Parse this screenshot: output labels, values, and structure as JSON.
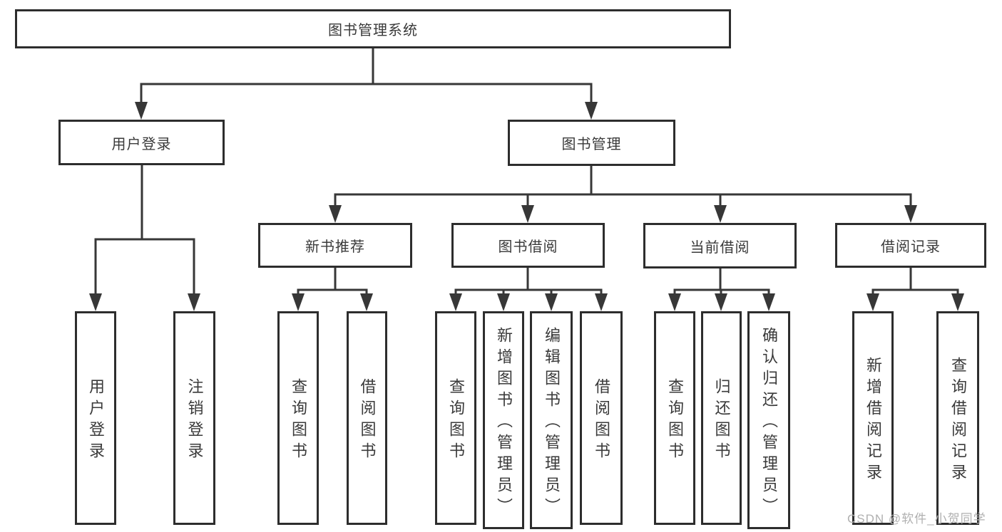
{
  "diagram": {
    "root": {
      "label": "图书管理系统"
    },
    "branches": [
      {
        "label": "用户登录",
        "children": [
          {
            "label": "用户登录"
          },
          {
            "label": "注销登录"
          }
        ]
      },
      {
        "label": "图书管理",
        "children": [
          {
            "label": "新书推荐",
            "children": [
              {
                "label": "查询图书"
              },
              {
                "label": "借阅图书"
              }
            ]
          },
          {
            "label": "图书借阅",
            "children": [
              {
                "label": "查询图书"
              },
              {
                "label": "新增图书（管理员）"
              },
              {
                "label": "编辑图书（管理员）"
              },
              {
                "label": "借阅图书"
              }
            ]
          },
          {
            "label": "当前借阅",
            "children": [
              {
                "label": "查询图书"
              },
              {
                "label": "归还图书"
              },
              {
                "label": "确认归还（管理员）"
              }
            ]
          },
          {
            "label": "借阅记录",
            "children": [
              {
                "label": "新增借阅记录"
              },
              {
                "label": "查询借阅记录"
              }
            ]
          }
        ]
      }
    ]
  },
  "watermark": {
    "text": "CSDN @软件_小贺同学"
  },
  "colors": {
    "line": "#373737",
    "box_border": "#2d2d2d",
    "text": "#3a3a3a",
    "watermark_gray": "#b0b0b0",
    "background": "#ffffff"
  }
}
